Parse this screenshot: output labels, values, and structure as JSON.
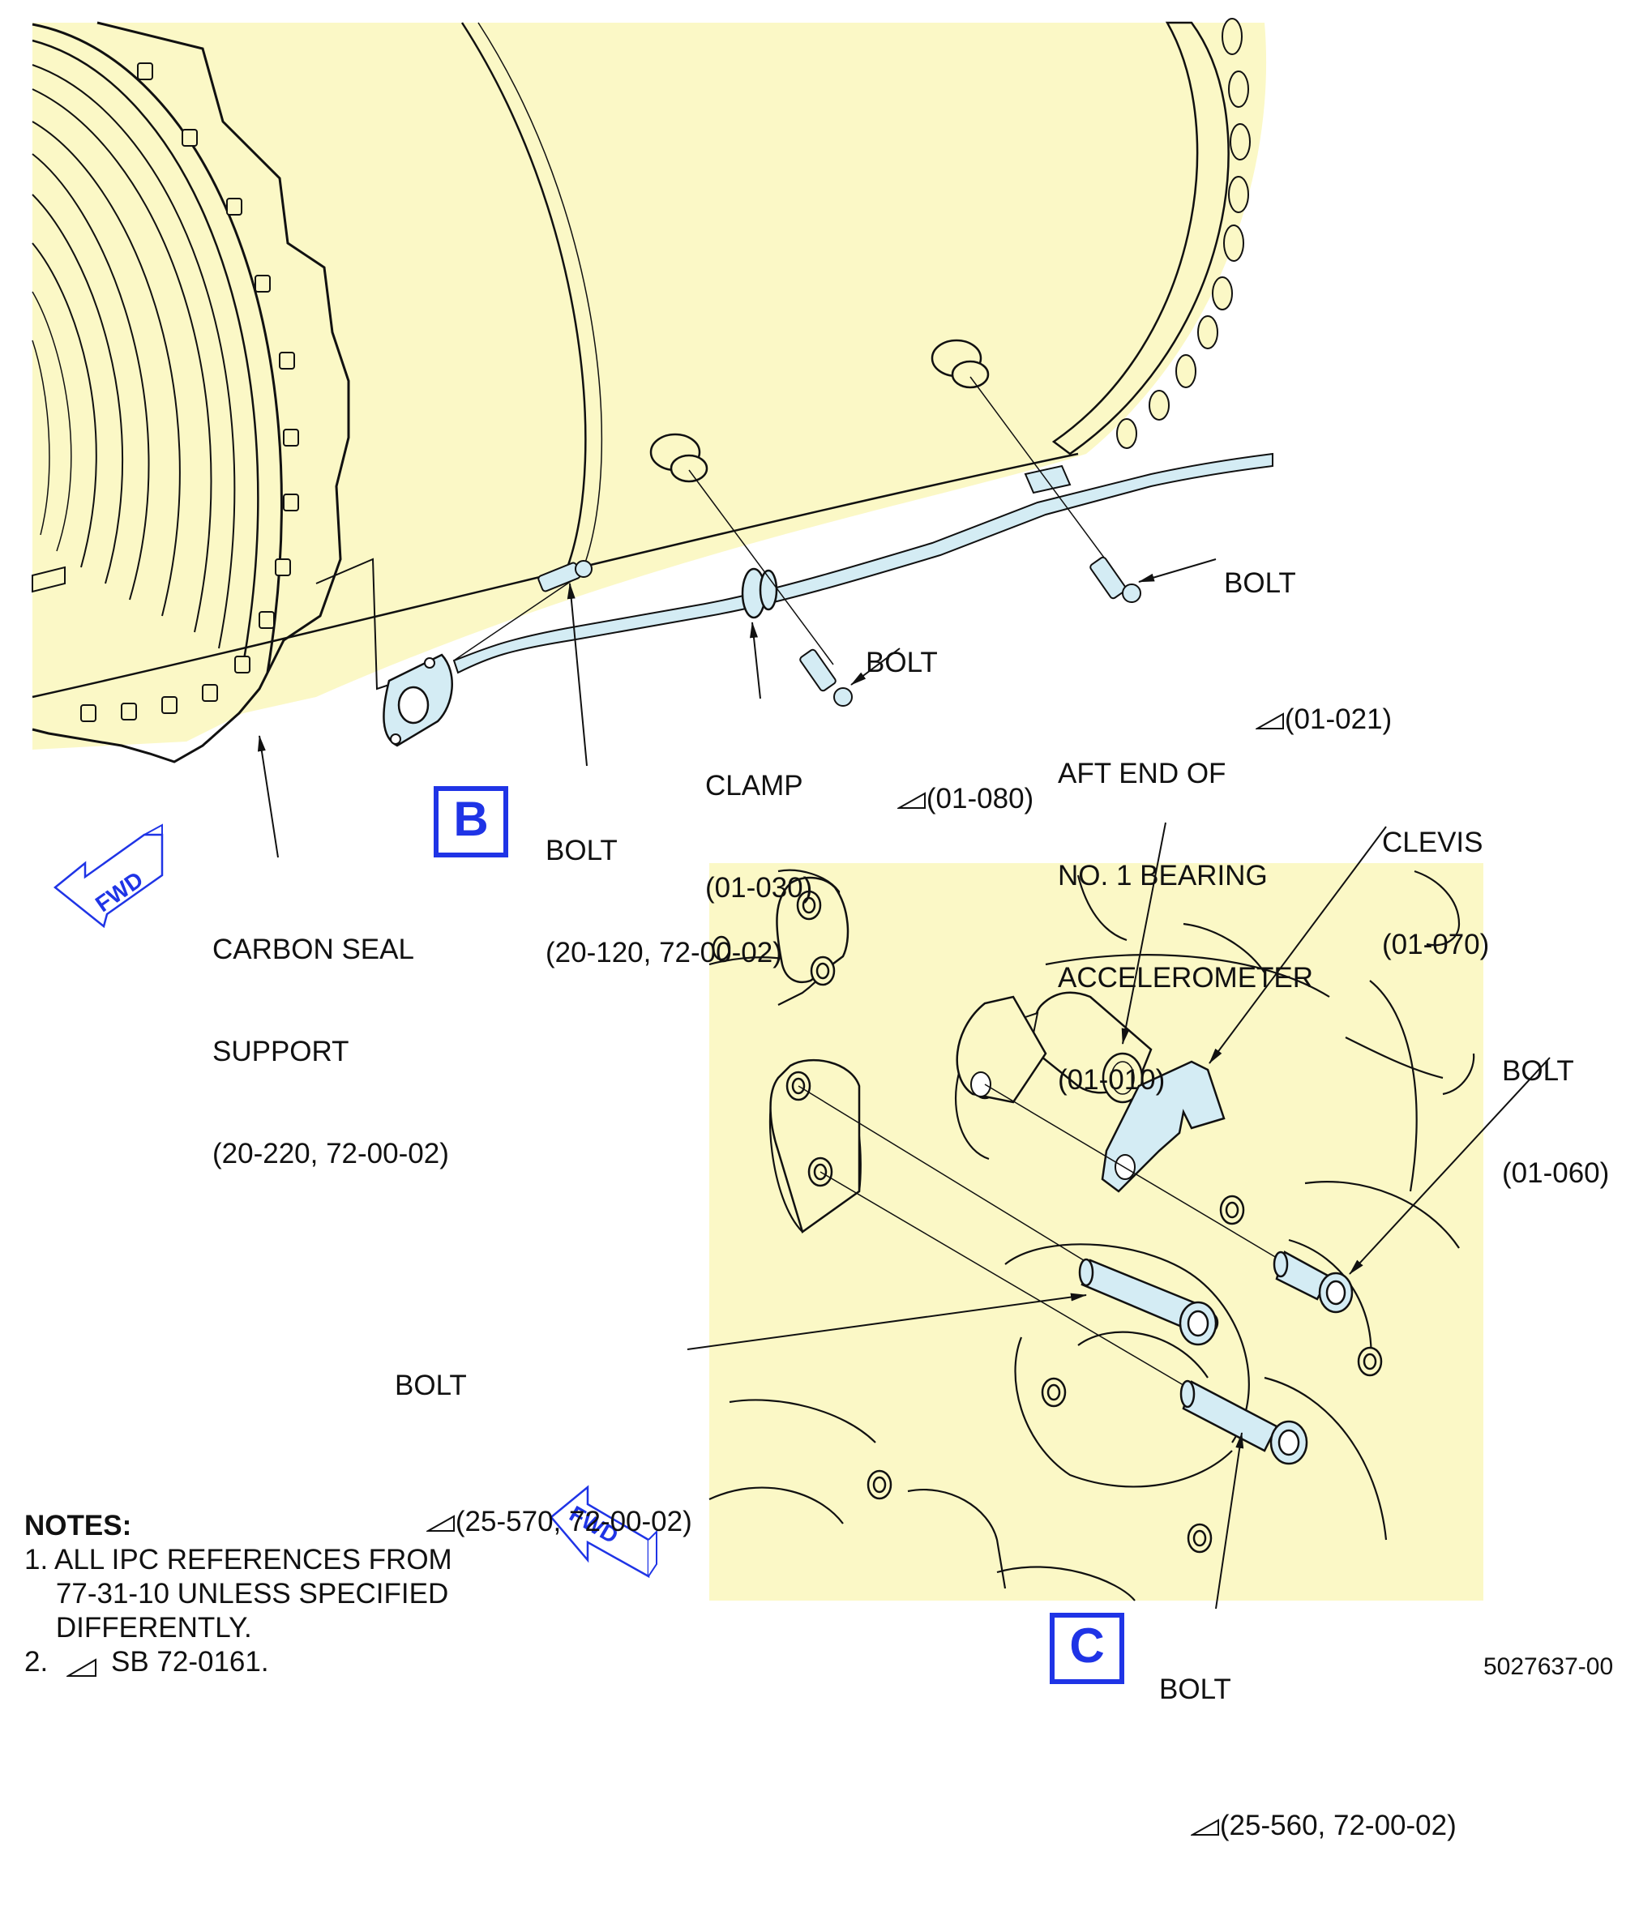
{
  "view_b": {
    "letter": "B",
    "labels": {
      "bolt_01_021": [
        "BOLT",
        "(01-021)"
      ],
      "bolt_01_080": [
        "BOLT",
        "(01-080)"
      ],
      "clamp": [
        "CLAMP",
        "(01-030)"
      ],
      "bolt_20_120": [
        "BOLT",
        "(20-120, 72-00-02)"
      ],
      "carbon_seal": [
        "CARBON SEAL",
        "SUPPORT",
        "(20-220, 72-00-02)"
      ]
    },
    "fwd": "FWD"
  },
  "view_c": {
    "letter": "C",
    "labels": {
      "accelerometer": [
        "AFT END OF",
        "NO. 1 BEARING",
        "ACCELEROMETER",
        "(01-010)"
      ],
      "clevis": [
        "CLEVIS",
        "(01-070)"
      ],
      "bolt_01_060": [
        "BOLT",
        "(01-060)"
      ],
      "bolt_25_570": [
        "BOLT",
        "(25-570, 72-00-02)"
      ],
      "bolt_25_560": [
        "BOLT",
        "(25-560, 72-00-02)"
      ]
    },
    "fwd": "FWD"
  },
  "notes": {
    "heading": "NOTES:",
    "items": [
      "1. ALL IPC REFERENCES FROM",
      "    77-31-10 UNLESS SPECIFIED",
      "    DIFFERENTLY.",
      "2.        SB 72-0161."
    ]
  },
  "figure_number": "5027637-00",
  "colors": {
    "part_fill": "#fbf8c6",
    "tube_fill": "#d4ecf4",
    "accent_blue": "#1f34e6",
    "line": "#111111"
  }
}
